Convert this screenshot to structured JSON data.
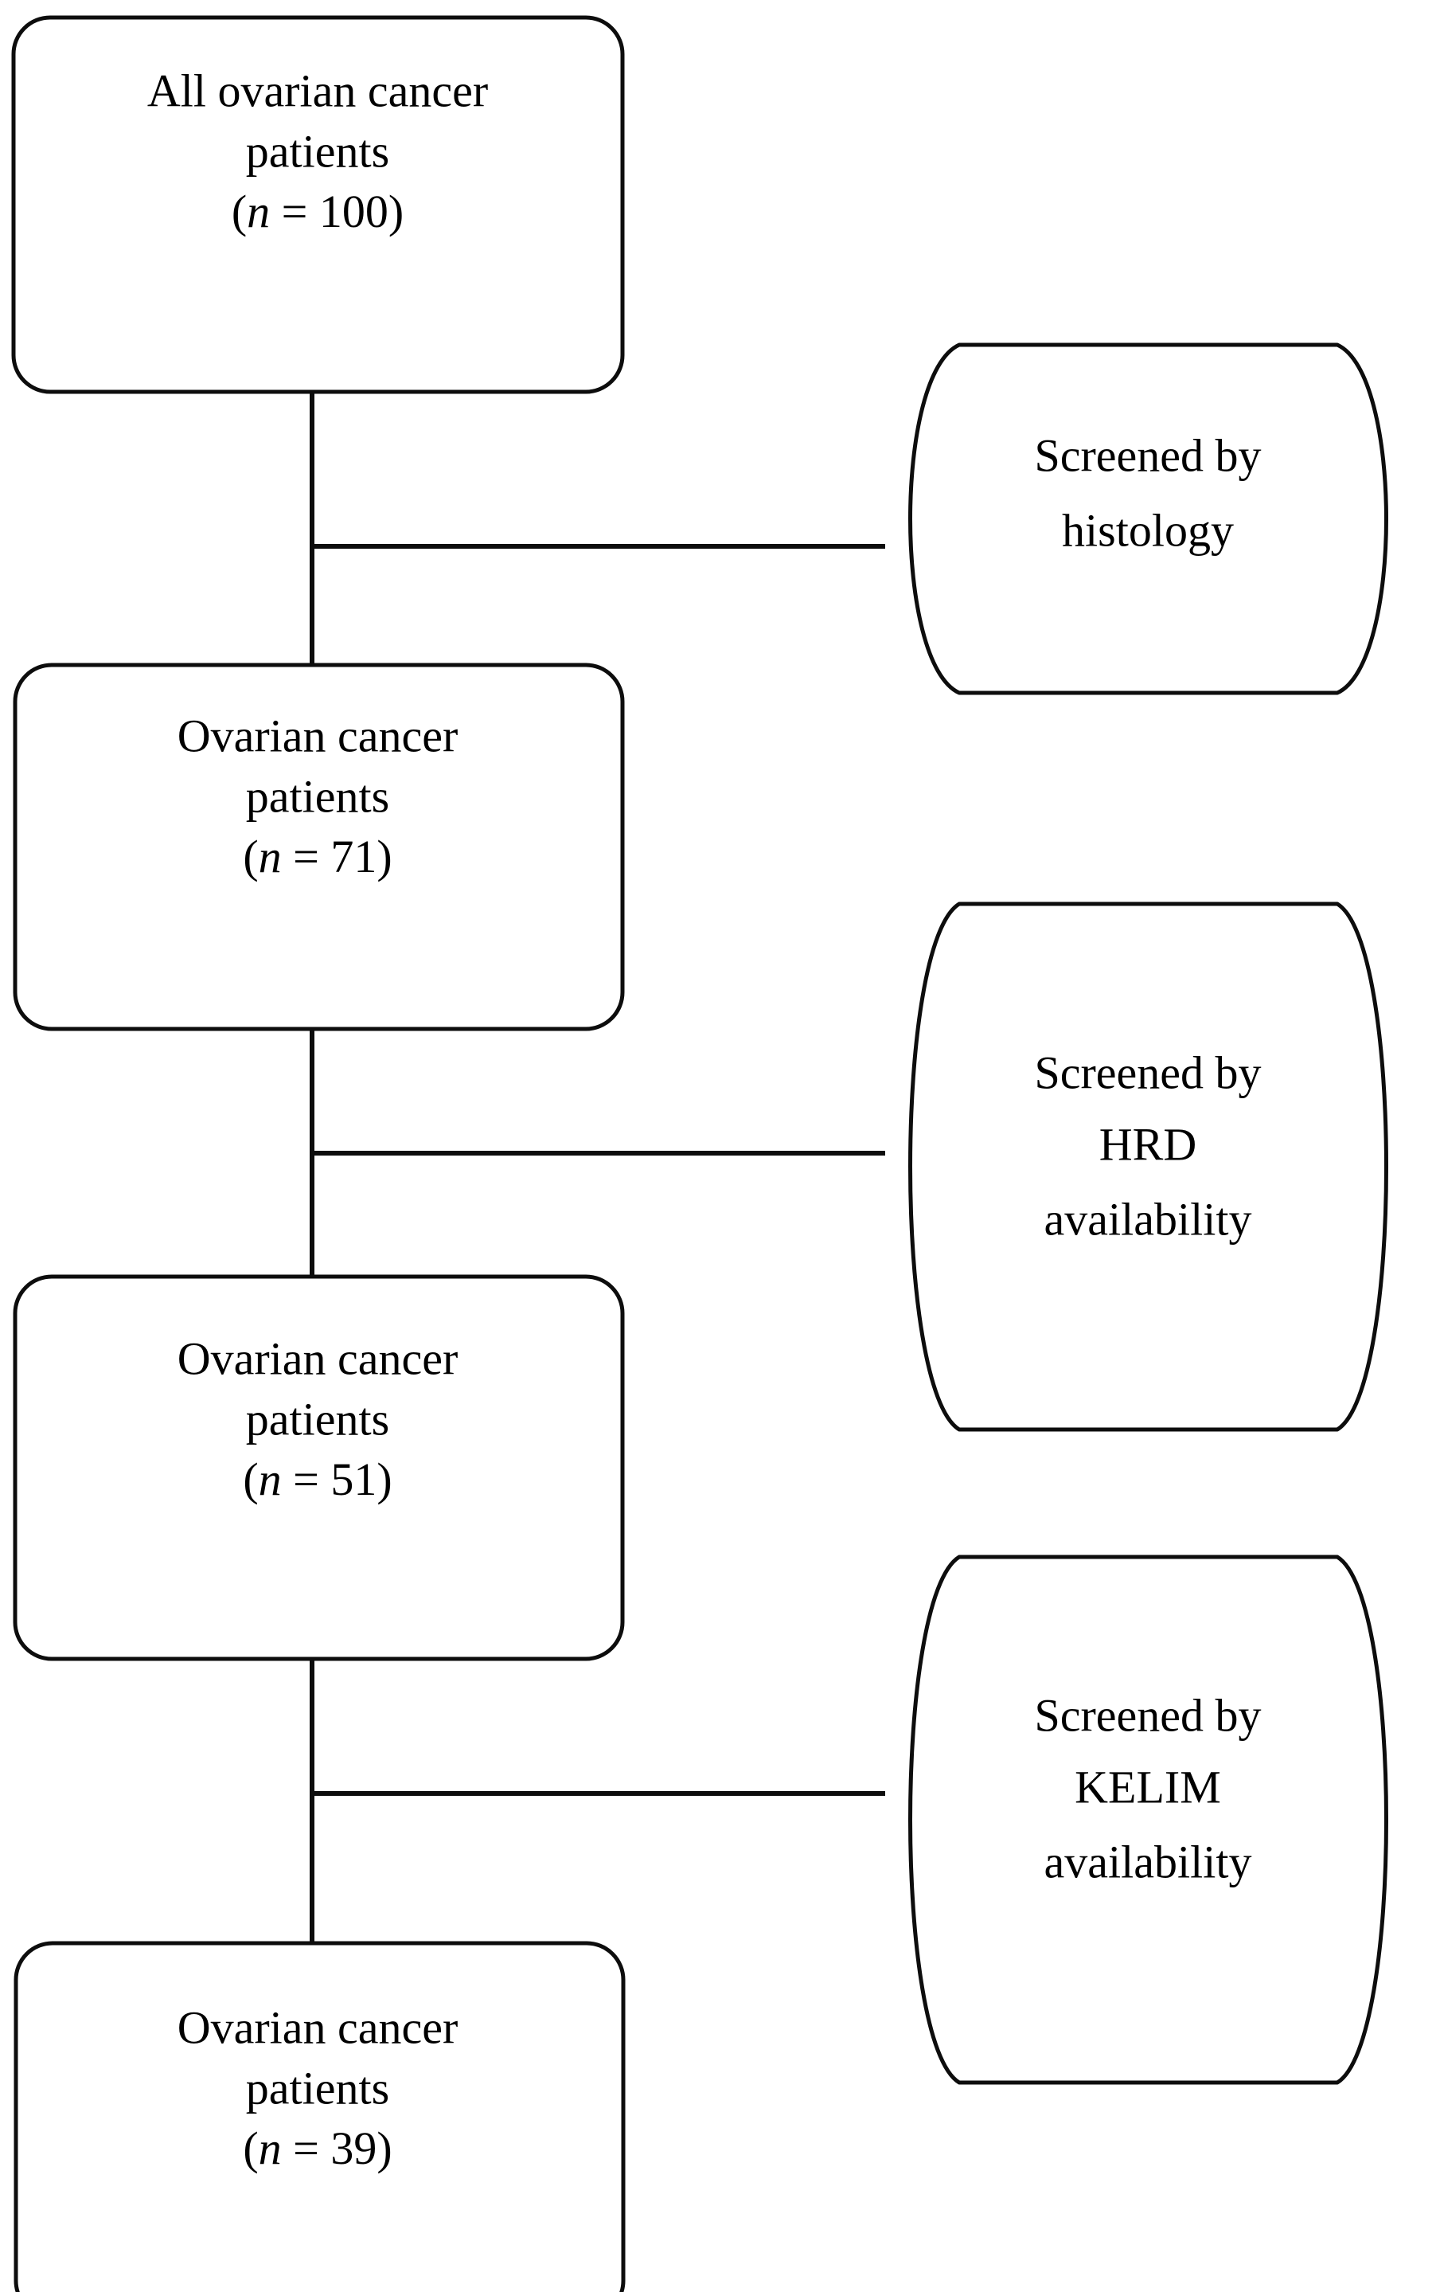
{
  "diagram": {
    "title": "Ovarian cancer patient selection flowchart",
    "type": "flowchart",
    "background_color": "#ffffff",
    "line_color": "#0d0d0d",
    "text_color": "#000000"
  },
  "main_nodes": [
    {
      "id": "all-patients",
      "shape": "rounded-rectangle",
      "line1": "All ovarian cancer",
      "line2": "patients",
      "n_prefix": "(",
      "n_symbol": "n",
      "n_equals": " = ",
      "n_value": "100",
      "n_suffix": ")"
    },
    {
      "id": "patients-71",
      "shape": "rounded-rectangle",
      "line1": "Ovarian cancer",
      "line2": "patients",
      "n_prefix": "(",
      "n_symbol": "n",
      "n_equals": " = ",
      "n_value": "71",
      "n_suffix": ")"
    },
    {
      "id": "patients-51",
      "shape": "rounded-rectangle",
      "line1": "Ovarian cancer",
      "line2": "patients",
      "n_prefix": "(",
      "n_symbol": "n",
      "n_equals": " = ",
      "n_value": "51",
      "n_suffix": ")"
    },
    {
      "id": "patients-39",
      "shape": "rounded-rectangle",
      "line1": "Ovarian cancer",
      "line2": "patients",
      "n_prefix": "(",
      "n_symbol": "n",
      "n_equals": " = ",
      "n_value": "39",
      "n_suffix": ")"
    }
  ],
  "screening_nodes": [
    {
      "id": "screen-histology",
      "shape": "barrel",
      "line1": "Screened by",
      "line2": "histology",
      "line3": ""
    },
    {
      "id": "screen-hrd",
      "shape": "barrel",
      "line1": "Screened by",
      "line2": "HRD",
      "line3": "availability"
    },
    {
      "id": "screen-kelim",
      "shape": "barrel",
      "line1": "Screened by",
      "line2": "KELIM",
      "line3": "availability"
    }
  ],
  "connector_counts": {
    "vertical_trunk": 1,
    "horizontal_branches": 3
  }
}
